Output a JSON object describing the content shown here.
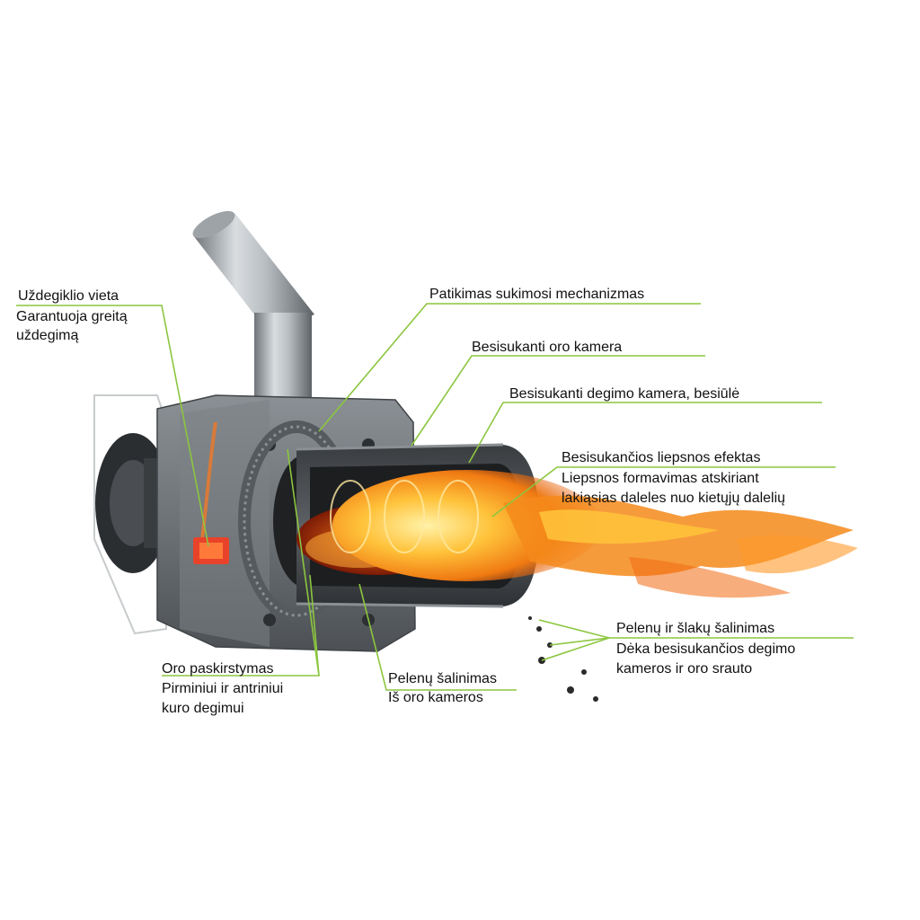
{
  "accent_color": "#8cc63f",
  "flame_colors": [
    "#ffe36b",
    "#ffb020",
    "#f07010",
    "#c63c0a"
  ],
  "callouts": {
    "igniter": {
      "title": "Uždegiklio vieta",
      "desc": [
        "Garantuoja greitą",
        "uždegimą"
      ]
    },
    "rotation": {
      "title": "Patikimas sukimosi mechanizmas"
    },
    "air_chamber": {
      "title": "Besisukanti oro kamera"
    },
    "combustion_chamber": {
      "title": "Besisukanti degimo kamera, besiūlė"
    },
    "flame_effect": {
      "title": "Besisukančios liepsnos efektas",
      "desc": [
        "Liepsnos formavimas atskiriant",
        "lakiąsias daleles nuo kietųjų dalelių"
      ]
    },
    "slag_removal": {
      "title": "Pelenų ir šlakų šalinimas",
      "desc": [
        "Dėka besisukančios degimo",
        "kameros ir oro srauto"
      ]
    },
    "air_distribution": {
      "title": "Oro paskirstymas",
      "desc": [
        "Pirminiui ir antriniui",
        "kuro degimui"
      ]
    },
    "ash_removal": {
      "title": "Pelenų šalinimas",
      "desc": [
        "Iš oro kameros"
      ]
    }
  }
}
